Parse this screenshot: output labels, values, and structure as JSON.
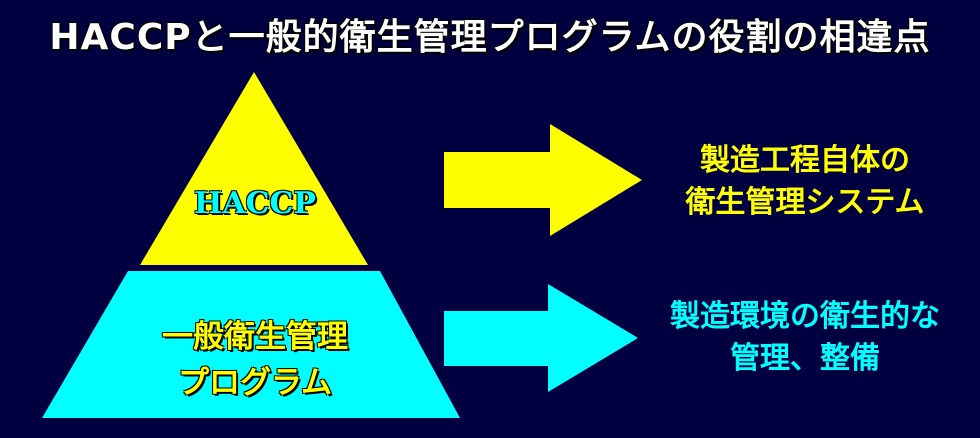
{
  "title": "HACCPと一般的衛生管理プログラムの役割の相違点",
  "pyramid": {
    "top_label": "HACCP",
    "bottom_label_line1": "一般衛生管理",
    "bottom_label_line2": "プログラム"
  },
  "descriptions": {
    "top_line1": "製造工程自体の",
    "top_line2": "衛生管理システム",
    "bottom_line1": "製造環境の衛生的な",
    "bottom_line2": "管理、整備"
  },
  "colors": {
    "background": "#000040",
    "top_tier": "#ffff00",
    "bottom_tier": "#00ffff",
    "title_text": "#ffffff"
  }
}
